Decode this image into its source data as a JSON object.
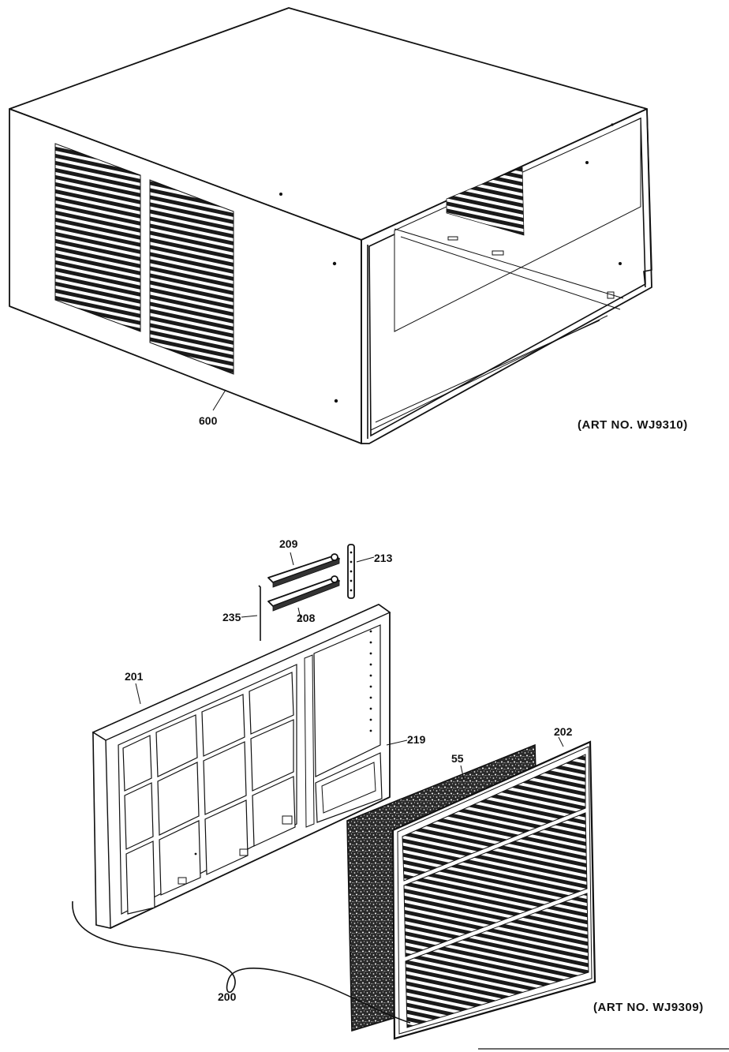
{
  "art_numbers": {
    "top": "(ART NO. WJ9310)",
    "bottom": "(ART NO. WJ9309)"
  },
  "callouts": {
    "cabinet": "600",
    "front_assembly": "200",
    "front_frame": "201",
    "grille": "202",
    "filter": "55",
    "bracket_upper": "209",
    "bracket_lower": "208",
    "strip": "213",
    "wire": "235",
    "louver_panel": "219"
  }
}
